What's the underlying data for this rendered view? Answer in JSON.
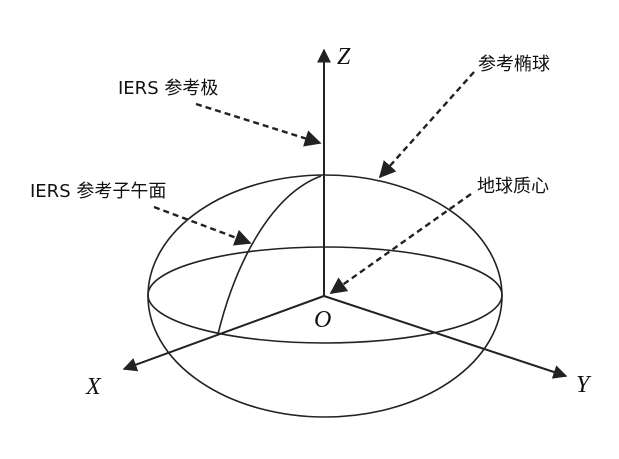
{
  "labels": {
    "iers_pole": "IERS 参考极",
    "ellipsoid": "参考椭球",
    "iers_meridian": "IERS 参考子午面",
    "geocenter": "地球质心"
  },
  "axes": {
    "z": "Z",
    "x": "X",
    "y": "Y",
    "origin": "O"
  }
}
